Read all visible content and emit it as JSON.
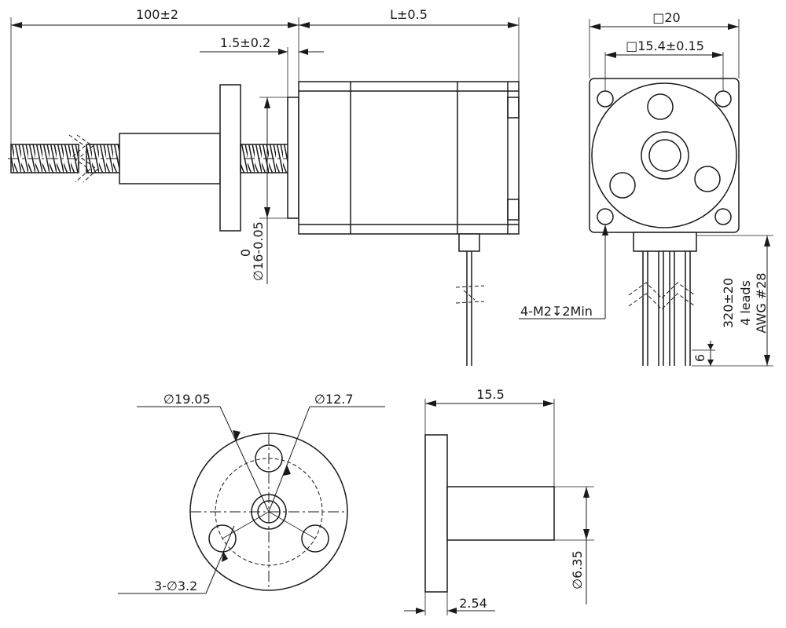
{
  "dimensions": {
    "leadscrew_length": "100±2",
    "flange_offset": "1.5±0.2",
    "motor_length": "L±0.5",
    "frame_square": "□20",
    "hole_spacing": "□15.4±0.15",
    "pilot_tolerance": "0",
    "pilot_diameter": "∅16-0.05",
    "mount_holes": "4-M2↧2Min",
    "lead_length": "320±20",
    "lead_count": "4 leads",
    "lead_gauge": "AWG #28",
    "lead_strip": "6",
    "nut_flange_dia": "∅19.05",
    "nut_bolt_circle": "∅12.7",
    "nut_holes": "3-∅3.2",
    "nut_length": "15.5",
    "nut_body_dia": "∅6.35",
    "nut_flange_thk": "2.54"
  }
}
